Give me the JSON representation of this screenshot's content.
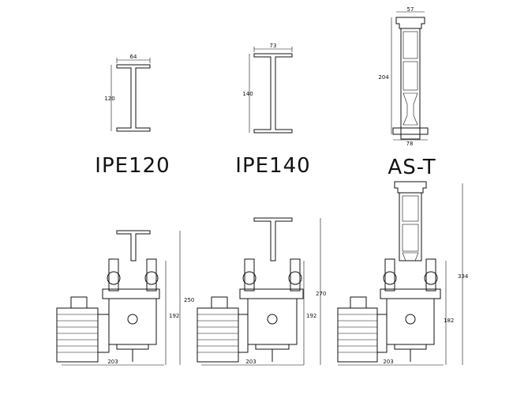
{
  "profiles": [
    {
      "name": "IPE120",
      "width_label": "64",
      "height_label": "120"
    },
    {
      "name": "IPE140",
      "width_label": "73",
      "height_label": "140"
    },
    {
      "name": "AS-T",
      "top_label": "57",
      "bottom_label": "78",
      "height_label": "204"
    }
  ],
  "assemblies": [
    {
      "width_label": "203",
      "overall_label": "250",
      "inner_label": "192"
    },
    {
      "width_label": "203",
      "overall_label": "270",
      "inner_label": "192"
    },
    {
      "width_label": "203",
      "overall_label": "334",
      "inner_label": "182"
    }
  ],
  "colors": {
    "ink": "#111111",
    "background": "#ffffff"
  }
}
